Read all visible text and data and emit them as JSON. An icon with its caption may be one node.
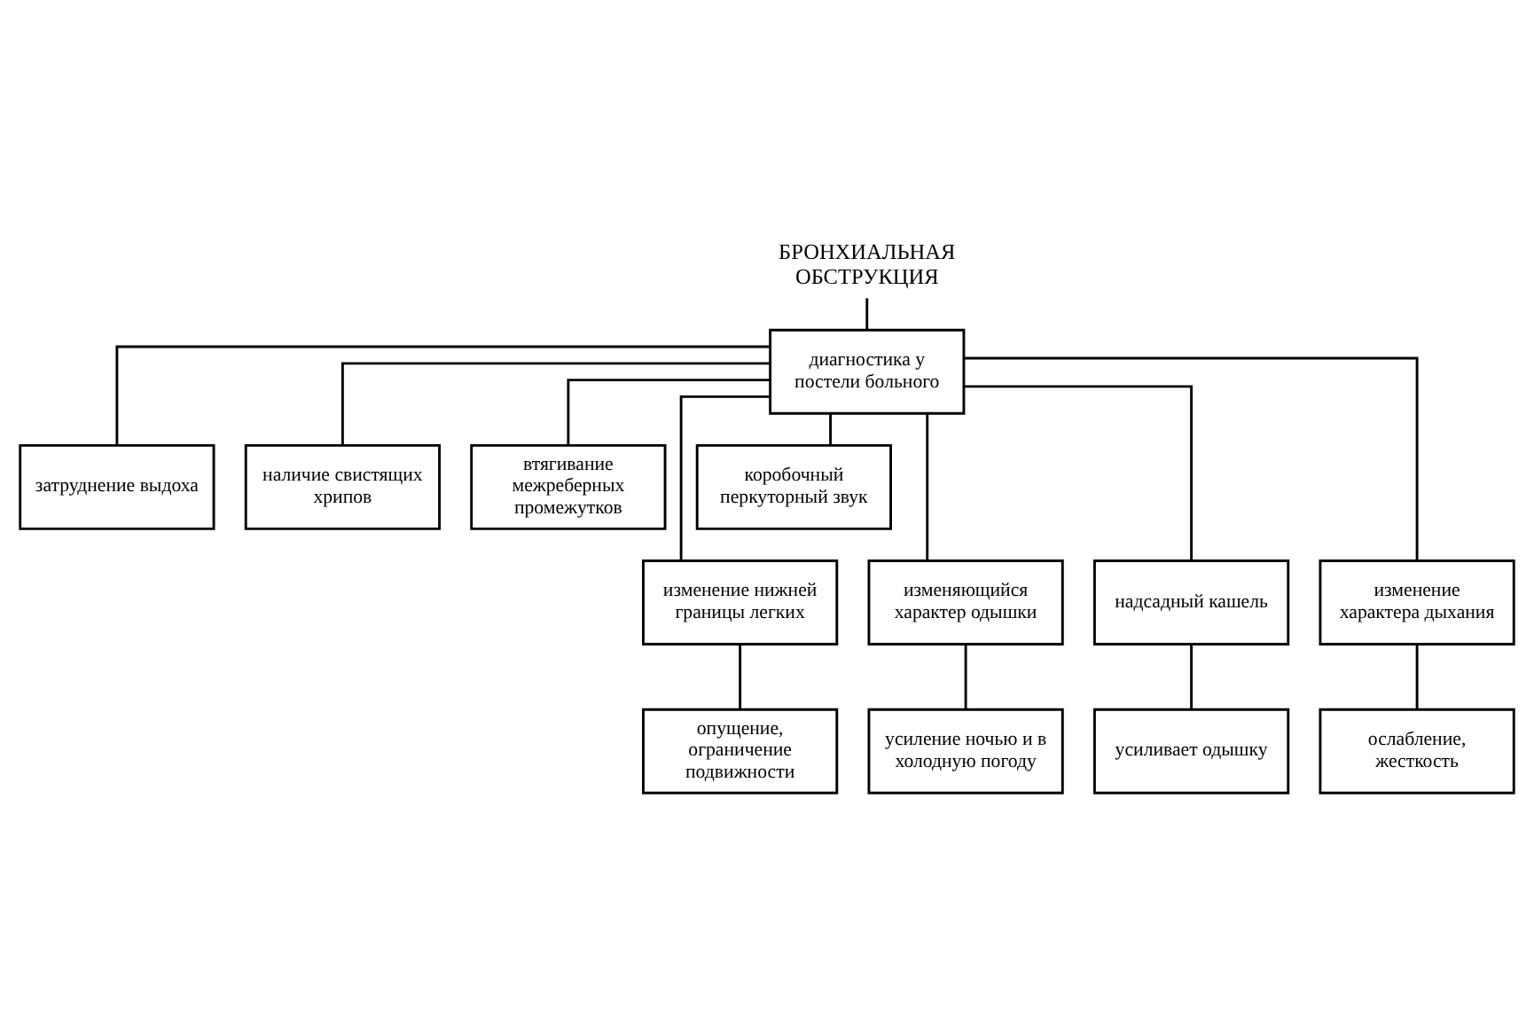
{
  "diagram": {
    "nodes": [
      {
        "text": [
          "БРОНХИАЛЬНАЯ ОБСТРУКЦИЯ"
        ]
      },
      {
        "text": [
          "диагностика у постели больного"
        ]
      },
      {
        "text": [
          "затруднение выдоха"
        ]
      },
      {
        "text": [
          "наличие свистящих хрипов"
        ]
      },
      {
        "text": [
          "втягивание межреберных промежутков"
        ]
      },
      {
        "text": [
          "коробочный перкуторный звук"
        ]
      },
      {
        "text": [
          "изменение нижней границы легких"
        ]
      },
      {
        "text": [
          "изменяющийся характер одышки"
        ]
      },
      {
        "text": [
          "надсадный кашель"
        ]
      },
      {
        "text": [
          "изменение характера дыхания"
        ]
      },
      {
        "text": [
          "опущение, ограничение подвижности"
        ]
      },
      {
        "text": [
          "усиление ночью и в холодную погоду"
        ]
      },
      {
        "text": [
          "усиливает одышку"
        ]
      },
      {
        "text": [
          "ослабление, жесткость"
        ]
      }
    ],
    "edges": [
      {
        "from": 0,
        "to": 1,
        "arrow": "none"
      },
      {
        "from": 1,
        "to": 2,
        "arrow": "none"
      },
      {
        "from": 1,
        "to": 3,
        "arrow": "none"
      },
      {
        "from": 1,
        "to": 4,
        "arrow": "none"
      },
      {
        "from": 1,
        "to": 5,
        "arrow": "none"
      },
      {
        "from": 1,
        "to": 6,
        "arrow": "none"
      },
      {
        "from": 1,
        "to": 7,
        "arrow": "none"
      },
      {
        "from": 1,
        "to": 8,
        "arrow": "none"
      },
      {
        "from": 1,
        "to": 9,
        "arrow": "none"
      },
      {
        "from": 6,
        "to": 10,
        "arrow": "none"
      },
      {
        "from": 7,
        "to": 11,
        "arrow": "none"
      },
      {
        "from": 8,
        "to": 12,
        "arrow": "none"
      },
      {
        "from": 9,
        "to": 13,
        "arrow": "none"
      }
    ]
  }
}
